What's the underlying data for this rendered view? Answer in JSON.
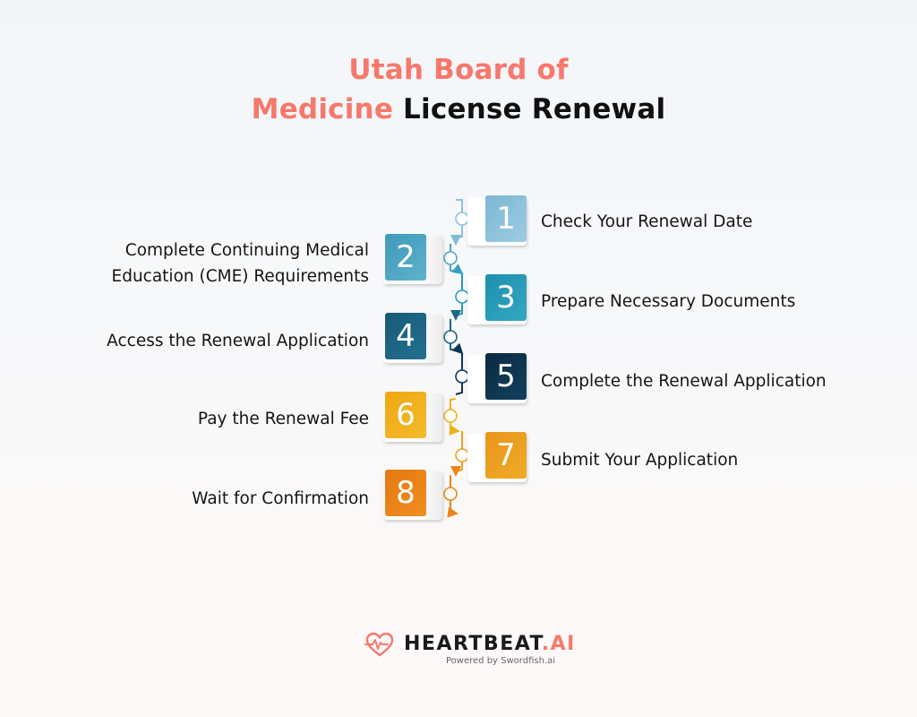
{
  "title": {
    "line1_accent": "Utah Board of",
    "line2_accent": "Medicine",
    "line2_dark": "License Renewal",
    "accent_color": "#f7786b"
  },
  "steps": [
    {
      "number": "1",
      "label": "Check Your Renewal Date",
      "side": "right",
      "color": "#8cc2dc"
    },
    {
      "number": "2",
      "label_line1": "Complete Continuing Medical",
      "label_line2": "Education (CME) Requirements",
      "side": "left",
      "color": "#4fa6c4"
    },
    {
      "number": "3",
      "label": "Prepare Necessary Documents",
      "side": "right",
      "color": "#2b9bb8"
    },
    {
      "number": "4",
      "label": "Access the Renewal Application",
      "side": "left",
      "color": "#1e6786"
    },
    {
      "number": "5",
      "label": "Complete the Renewal Application",
      "side": "right",
      "color": "#0e3550"
    },
    {
      "number": "6",
      "label": "Pay the Renewal Fee",
      "side": "left",
      "color": "#f2b01a"
    },
    {
      "number": "7",
      "label": "Submit Your Application",
      "side": "right",
      "color": "#eda120"
    },
    {
      "number": "8",
      "label": "Wait for Confirmation",
      "side": "left",
      "color": "#ec8418"
    }
  ],
  "footer": {
    "brand": "HEARTBEAT",
    "brand_suffix": ".AI",
    "powered_by": "Powered by Swordfish.ai"
  }
}
